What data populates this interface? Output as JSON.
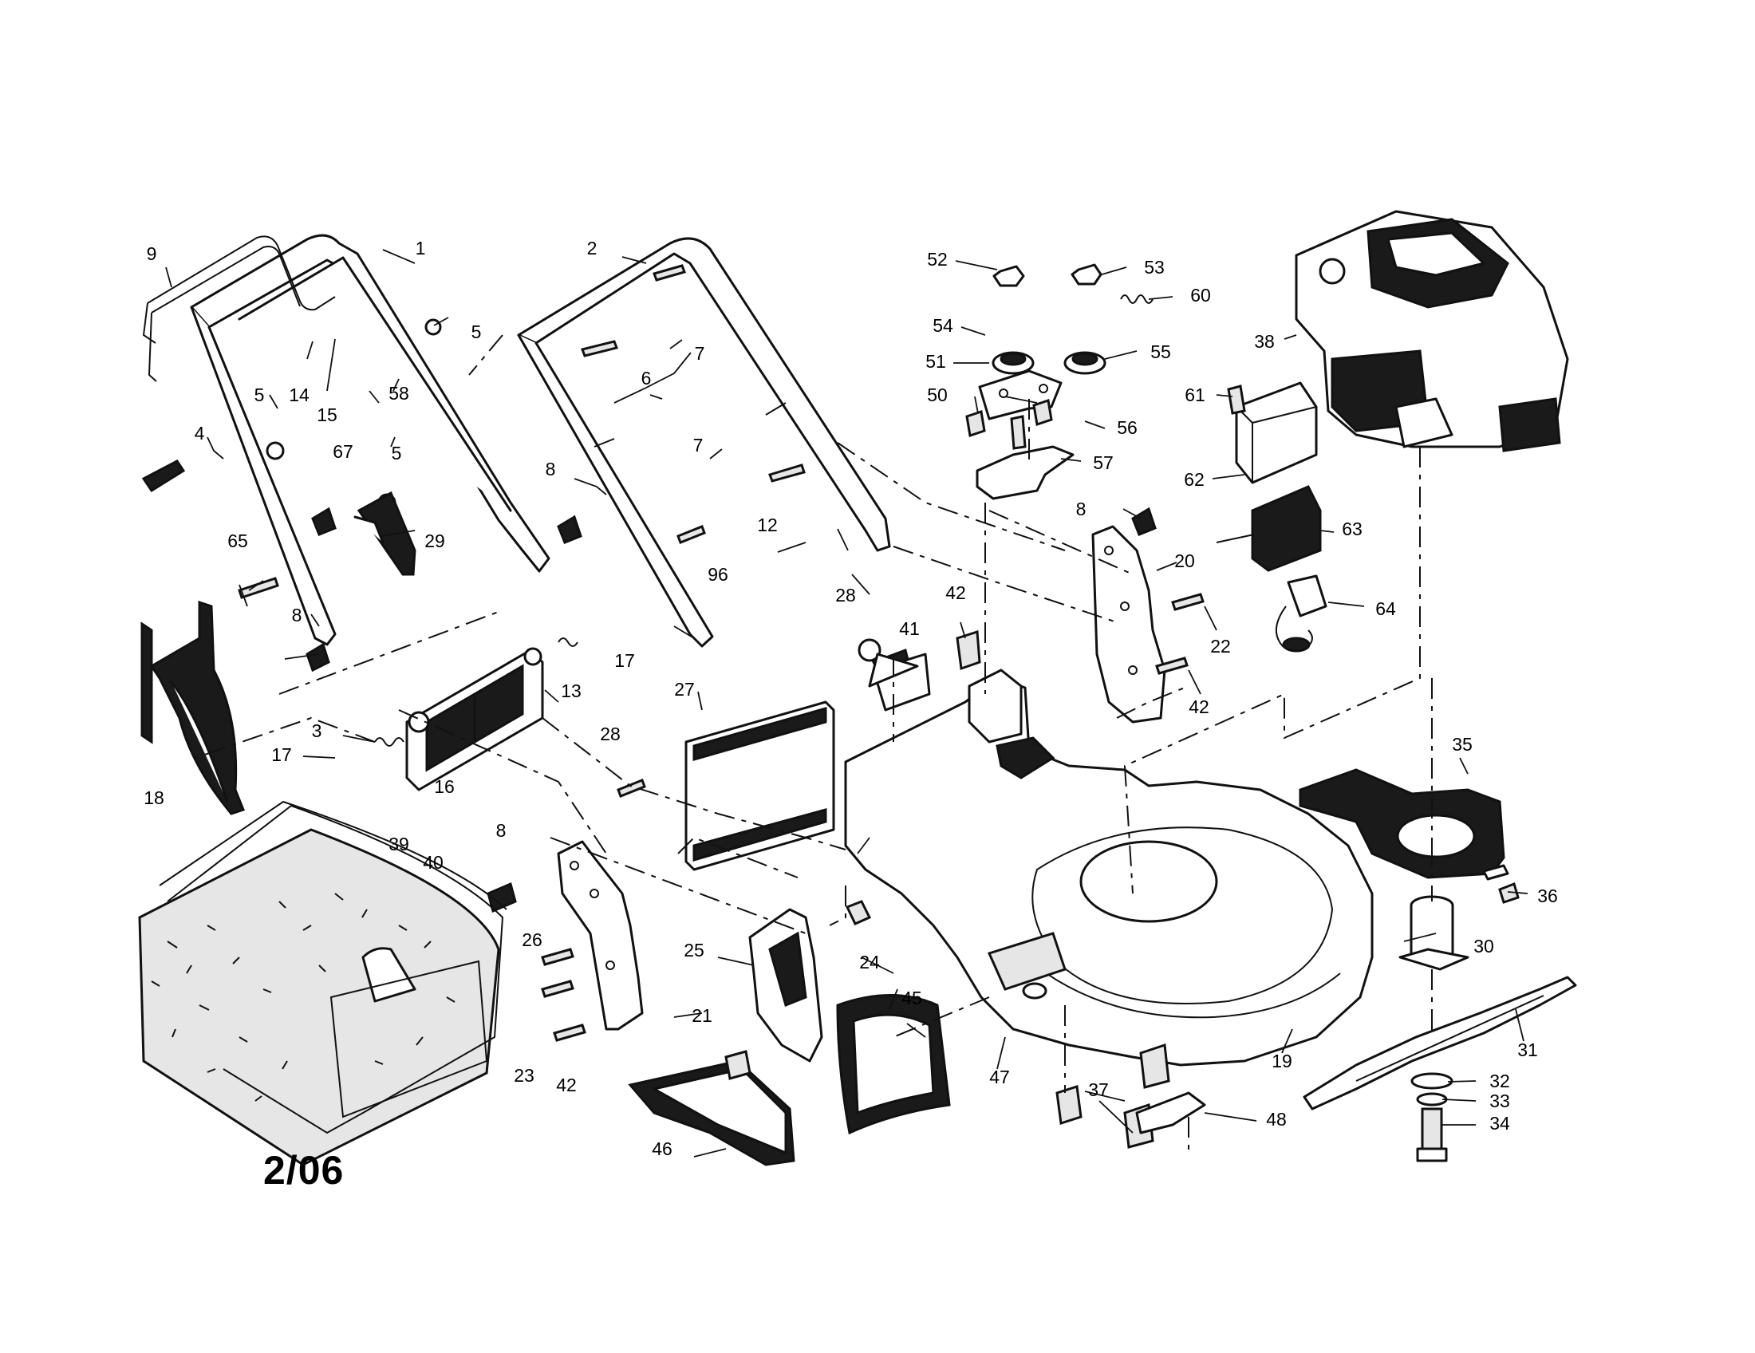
{
  "page": {
    "date_code": "2/06"
  },
  "callouts": {
    "c1": "1",
    "c2": "2",
    "c3": "3",
    "c4": "4",
    "c5a": "5",
    "c5b": "5",
    "c5c": "5",
    "c6": "6",
    "c7a": "7",
    "c7b": "7",
    "c8a": "8",
    "c8b": "8",
    "c8c": "8",
    "c8d": "8",
    "c9": "9",
    "c12": "12",
    "c13": "13",
    "c14": "14",
    "c15": "15",
    "c16": "16",
    "c17a": "17",
    "c17b": "17",
    "c18": "18",
    "c19": "19",
    "c20": "20",
    "c21": "21",
    "c22": "22",
    "c23": "23",
    "c24": "24",
    "c25": "25",
    "c26": "26",
    "c27": "27",
    "c28a": "28",
    "c28b": "28",
    "c29": "29",
    "c30": "30",
    "c31": "31",
    "c32": "32",
    "c33": "33",
    "c34": "34",
    "c35": "35",
    "c36": "36",
    "c37": "37",
    "c38": "38",
    "c39": "39",
    "c40": "40",
    "c41": "41",
    "c42a": "42",
    "c42b": "42",
    "c42c": "42",
    "c45": "45",
    "c46": "46",
    "c47": "47",
    "c48": "48",
    "c50": "50",
    "c51": "51",
    "c52": "52",
    "c53": "53",
    "c54": "54",
    "c55": "55",
    "c56": "56",
    "c57": "57",
    "c58": "58",
    "c60": "60",
    "c61": "61",
    "c62": "62",
    "c63": "63",
    "c64": "64",
    "c65": "65",
    "c67": "67",
    "c96": "96"
  }
}
